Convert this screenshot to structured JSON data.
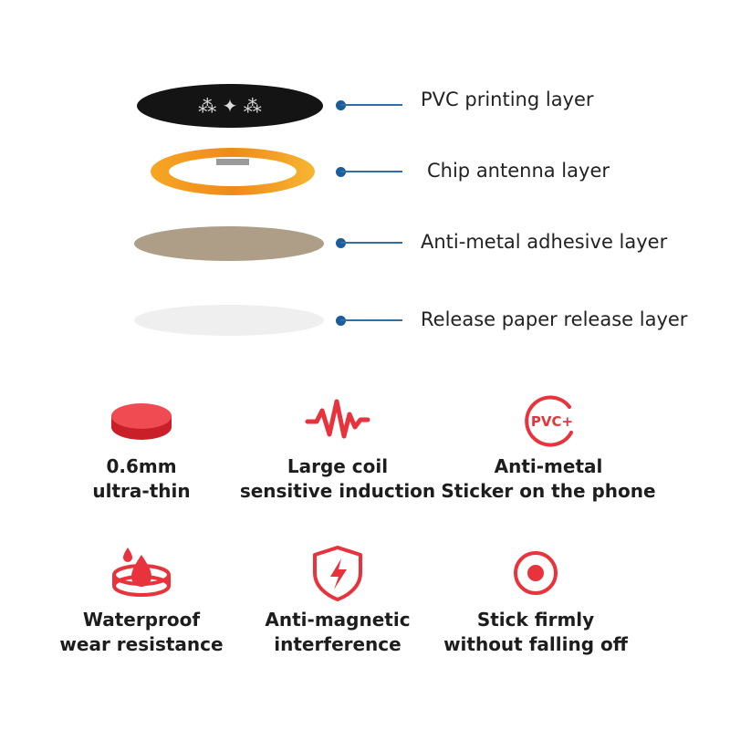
{
  "layers": [
    {
      "label": "PVC printing layer"
    },
    {
      "label": "Chip antenna layer"
    },
    {
      "label": "Anti-metal adhesive layer"
    },
    {
      "label": "Release paper release layer"
    }
  ],
  "features": [
    {
      "icon": "thin-disc-icon",
      "line1": "0.6mm",
      "line2": "ultra-thin"
    },
    {
      "icon": "waveform-icon",
      "line1": "Large coil",
      "line2": "sensitive induction"
    },
    {
      "icon": "pvc-plus-icon",
      "line1": "Anti-metal",
      "line2": "Sticker on the phone",
      "icon_text": "PVC+"
    },
    {
      "icon": "waterproof-icon",
      "line1": "Waterproof",
      "line2": "wear resistance"
    },
    {
      "icon": "shield-lightning-icon",
      "line1": "Anti-magnetic",
      "line2": "interference"
    },
    {
      "icon": "target-icon",
      "line1": "Stick firmly",
      "line2": "without falling off"
    }
  ],
  "colors": {
    "accent": "#e8323c",
    "connector": "#1b5c9a",
    "pvc_layer": "#141414",
    "antenna_ring": "#f39a1c",
    "adhesive_layer": "#ae9e88",
    "release_layer": "#efefef"
  }
}
